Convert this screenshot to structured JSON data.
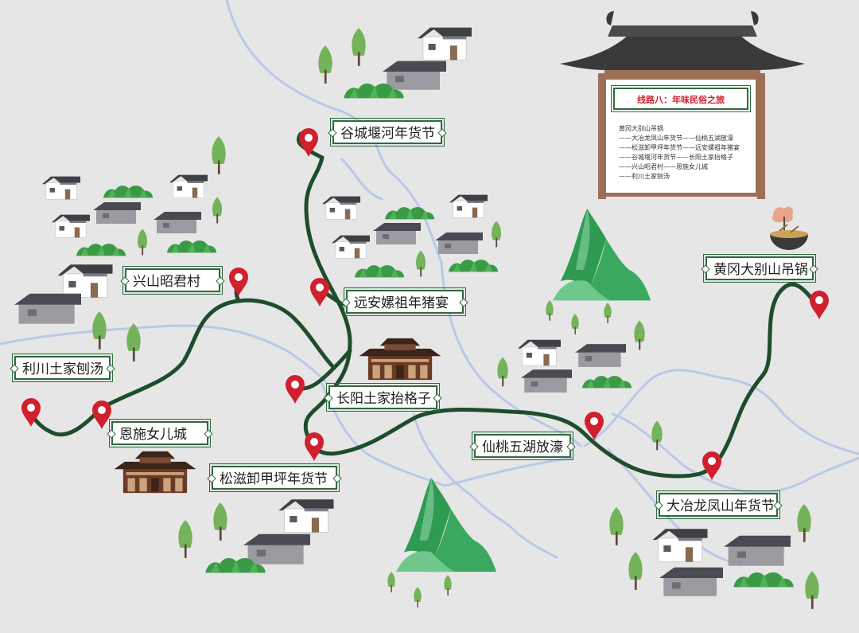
{
  "labels": {
    "guchen": "谷城堰河年货节",
    "xingshan": "兴山昭君村",
    "yuanan": "远安嫘祖年猪宴",
    "lichuan": "利川土家刨汤",
    "changyang": "长阳土家抬格子",
    "enshi": "恩施女儿城",
    "xiantao": "仙桃五湖放濠",
    "songzi": "松滋卸甲坪年货节",
    "daye": "大冶龙凤山年货节",
    "huanggang": "黄冈大别山吊锅"
  },
  "legend": {
    "title": "线路八：年味民俗之旅",
    "lines": [
      "黄冈大别山吊锅",
      "——大冶龙凤山年货节——仙桃五湖放濠",
      "——松滋卸甲坪年货节——远安嫘祖年猪宴",
      "——谷城堰河年货节——长阳土家抬格子",
      "——兴山昭君村——恩施女儿城",
      "——利川土家刨汤"
    ]
  },
  "colors": {
    "background": "#e6e6e6",
    "river": "#b9c9e6",
    "route": "#1d4d2c",
    "pin": "#d0202e",
    "label_border": "#2f6a3f",
    "tree": "#74b359",
    "roof": "#3f3f46",
    "house_wall": "#ffffff",
    "legend_frame": "#9c6f57",
    "legend_title": "#d0202e"
  },
  "icons": [
    "location-pin-icon",
    "house-icon",
    "tree-icon",
    "bush-icon",
    "mountain-icon",
    "pavilion-icon",
    "pagoda-roof-icon",
    "hanging-pot-icon"
  ]
}
